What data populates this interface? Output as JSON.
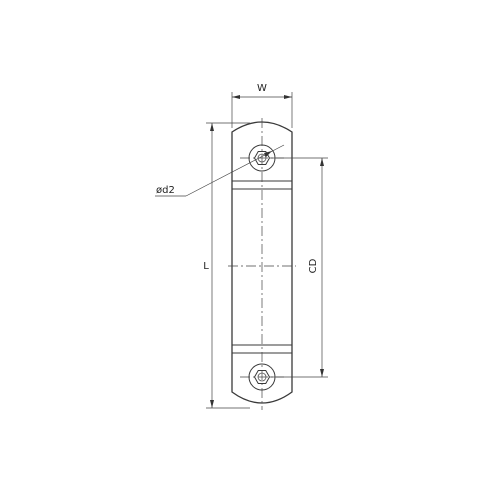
{
  "dimension_labels": {
    "width": "W",
    "length": "L",
    "center_distance": "CD",
    "bolt_hole_diameter": "ød2"
  }
}
